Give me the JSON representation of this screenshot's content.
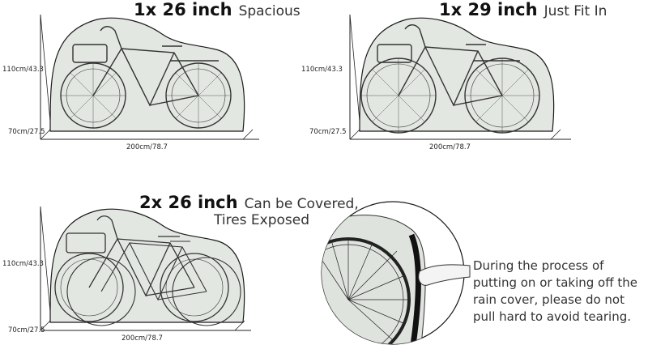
{
  "panels": [
    {
      "big": "1x 26 inch",
      "small": "Spacious",
      "height_label": "110cm/43.3",
      "low_label": "70cm/27.5",
      "width_label": "200cm/78.7"
    },
    {
      "big": "1x 29 inch",
      "small": "Just Fit In",
      "height_label": "110cm/43.3",
      "low_label": "70cm/27.5",
      "width_label": "200cm/78.7"
    },
    {
      "big": "2x 26 inch",
      "small_line1": "Can be Covered,",
      "small_line2": "Tires Exposed",
      "height_label": "110cm/43.3",
      "low_label": "70cm/27.5",
      "width_label": "200cm/78.7"
    }
  ],
  "note": "During the process of putting on or taking off the rain cover, please do not pull hard to avoid tearing.",
  "colors": {
    "cover_fill": "#e3e7e2",
    "line": "#1a1a1a"
  },
  "icons": [
    "bicycle-icon",
    "hand-icon",
    "wheel-icon"
  ]
}
